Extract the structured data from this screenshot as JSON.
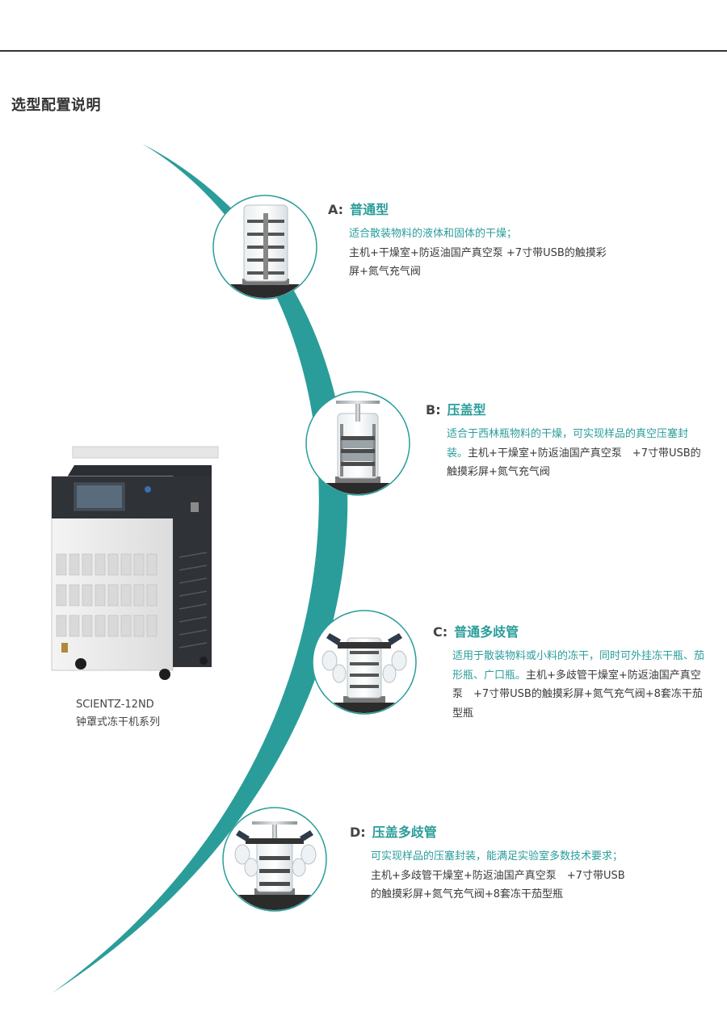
{
  "page": {
    "section_title": "选型配置说明"
  },
  "options": [
    {
      "letter": "A:",
      "name": "普通型",
      "lead": "适合散装物料的液体和固体的干燥；",
      "spec": "主机+干燥室+防返油国产真空泵 +7寸带USB的触摸彩屏+氮气充气阀",
      "image_icon": "standard-drying-chamber"
    },
    {
      "letter": "B:",
      "name": "压盖型",
      "lead": "适合于西林瓶物料的干燥，可实现样品的真空压塞封装。",
      "spec": "主机+干燥室+防返油国产真空泵　+7寸带USB的触摸彩屏+氮气充气阀",
      "image_icon": "stoppering-chamber"
    },
    {
      "letter": "C:",
      "name": "普通多歧管",
      "lead": "适用于散装物料或小料的冻干，同时可外挂冻干瓶、茄形瓶、广口瓶。",
      "spec": "主机+多歧管干燥室+防返油国产真空泵　+7寸带USB的触摸彩屏+氮气充气阀+8套冻干茄型瓶",
      "image_icon": "manifold-chamber"
    },
    {
      "letter": "D:",
      "name": "压盖多歧管",
      "lead": "可实现样品的压塞封装，能满足实验室多数技术要求；",
      "spec": "主机+多歧管干燥室+防返油国产真空泵　+7寸带USB的触摸彩屏+氮气充气阀+8套冻干茄型瓶",
      "image_icon": "stoppering-manifold-chamber"
    }
  ],
  "product": {
    "model": "SCIENTZ-12ND",
    "series": "钟罩式冻干机系列",
    "image_icon": "freeze-dryer-unit"
  },
  "colors": {
    "accent": "#2a9d9a",
    "text": "#333333",
    "rule": "#333333",
    "circle_border": "#2a9d9a"
  }
}
